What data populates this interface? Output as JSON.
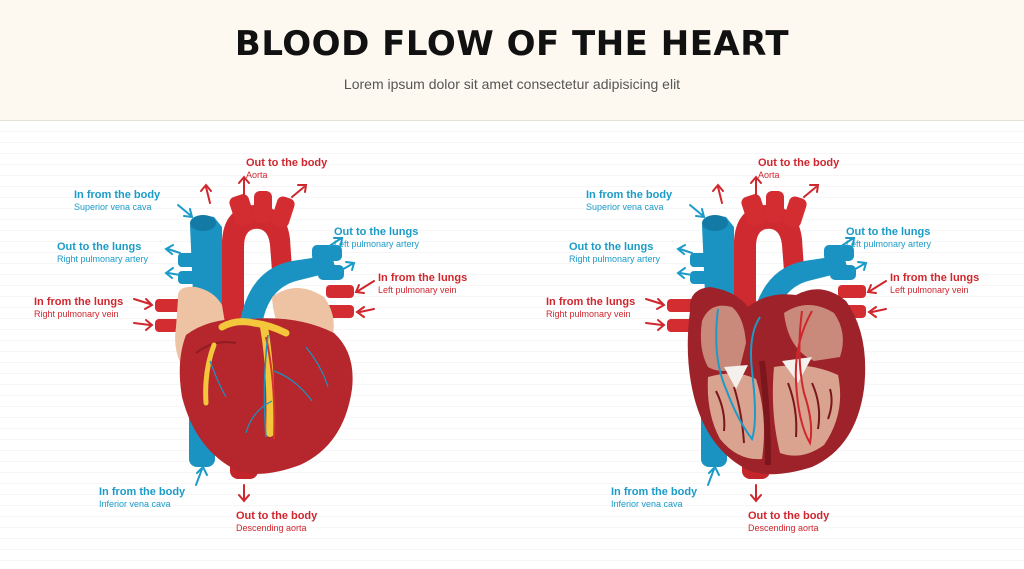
{
  "header": {
    "title": "BLOOD FLOW OF THE HEART",
    "subtitle": "Lorem ipsum dolor sit amet consectetur adipisicing elit"
  },
  "labels": {
    "aorta": {
      "main": "Out to the body",
      "sub": "Aorta"
    },
    "superior_vena_cava": {
      "main": "In from the body",
      "sub": "Superior vena cava"
    },
    "right_pulmonary_artery": {
      "main": "Out to the lungs",
      "sub": "Right pulmonary artery"
    },
    "right_pulmonary_vein": {
      "main": "In from the lungs",
      "sub": "Right pulmonary vein"
    },
    "left_pulmonary_artery": {
      "main": "Out to the lungs",
      "sub": "Left pulmonary artery"
    },
    "left_pulmonary_vein": {
      "main": "In from the lungs",
      "sub": "Left pulmonary vein"
    },
    "inferior_vena_cava": {
      "main": "In from the body",
      "sub": "Inferior vena cava"
    },
    "descending_aorta": {
      "main": "Out to the body",
      "sub": "Descending aorta"
    }
  },
  "colors": {
    "oxygenated": "#d0262d",
    "deoxygenated": "#1b9bc8",
    "myocardium": "#b5272d",
    "atrium": "#edc3a4",
    "fat": "#f3c63b"
  },
  "icons": [
    "arrow-icon",
    "heart-exterior-illustration",
    "heart-cross-section-illustration"
  ]
}
